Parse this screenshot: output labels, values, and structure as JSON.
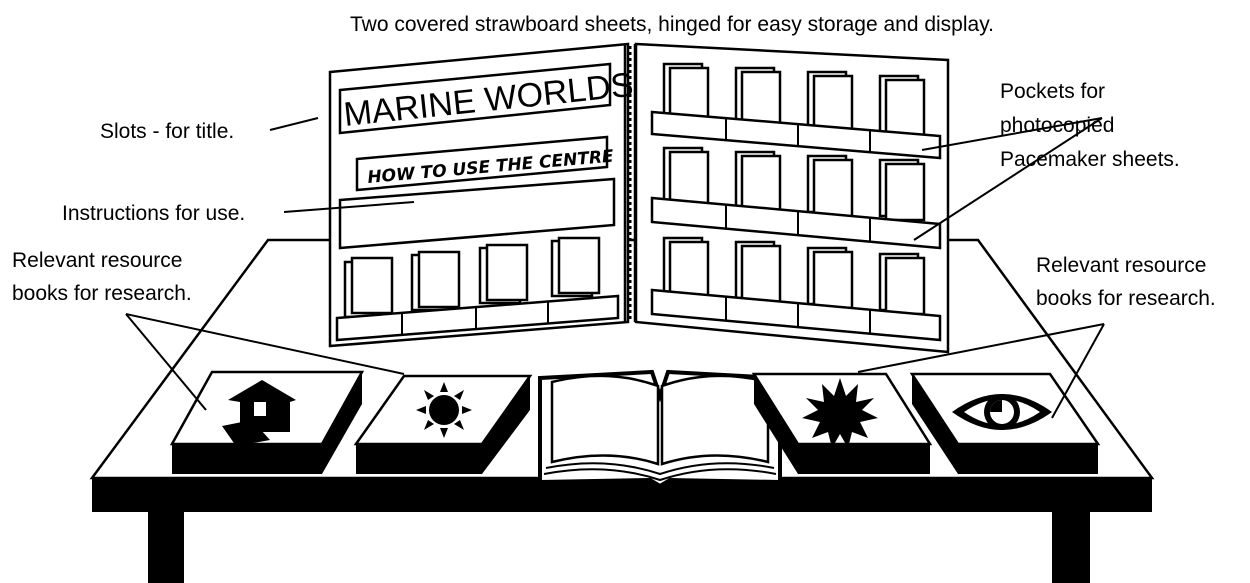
{
  "labels": {
    "top_caption": "Two covered strawboard sheets, hinged for easy storage and display.",
    "slots": "Slots - for title.",
    "instructions": "Instructions for use.",
    "pockets_line1": "Pockets for",
    "pockets_line2": "photocopied",
    "pockets_line3": "Pacemaker sheets.",
    "resource_left_line1": "Relevant resource",
    "resource_left_line2": "books for research.",
    "resource_right_line1": "Relevant resource",
    "resource_right_line2": "books for research."
  },
  "board": {
    "title": "MARINE WORLDS",
    "subtitle": "HOW TO USE THE CENTRE"
  },
  "book_icons": [
    "house-icon",
    "sun-icon",
    "open-book-icon",
    "starburst-icon",
    "eye-icon"
  ]
}
